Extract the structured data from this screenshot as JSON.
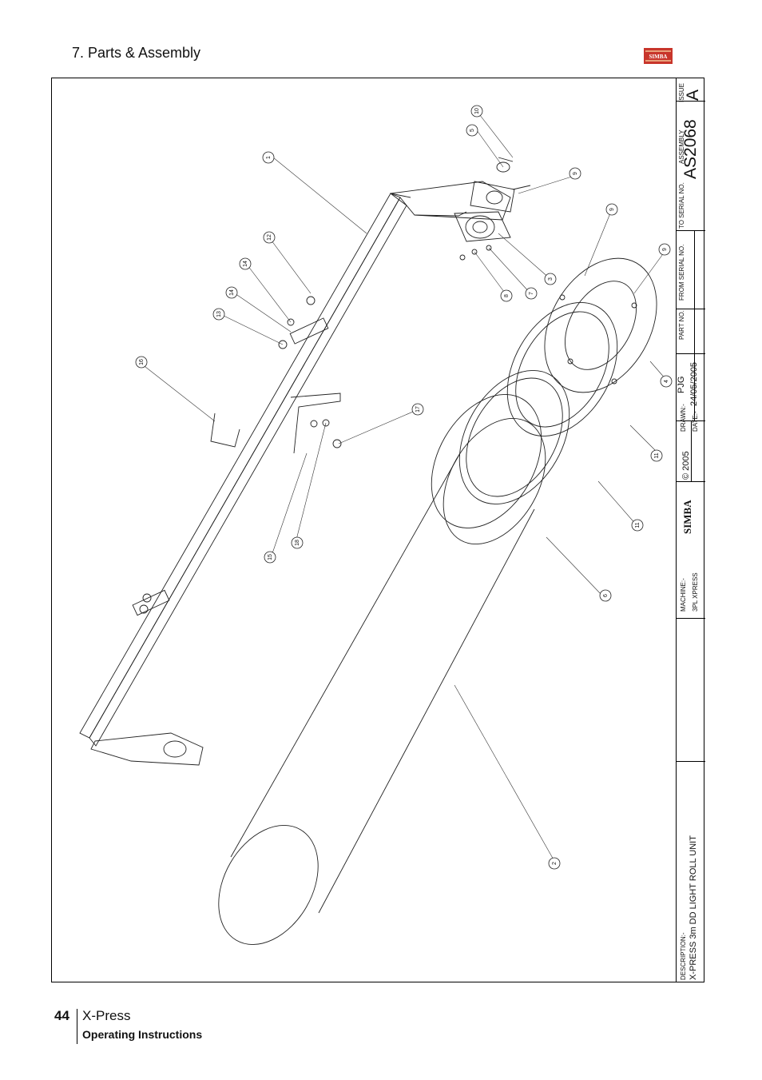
{
  "header": {
    "section_title": "7. Parts & Assembly",
    "logo_text": "SIMBA"
  },
  "footer": {
    "page_number": "44",
    "product": "X-Press",
    "subtitle": "Operating Instructions"
  },
  "title_block": {
    "issue_label": "ISSUE",
    "issue_value": "A",
    "assembly_label": "ASSEMBLY",
    "assembly_value": "AS2068",
    "to_serial_label": "TO SERIAL NO.",
    "from_serial_label": "FROM SERIAL NO.",
    "part_no_label": "PART NO.",
    "drawn_label": "DRAWN:-",
    "drawn_value": "PJG",
    "date_label": "DATE:-",
    "date_value": "24/05/2005",
    "brand": "SIMBA",
    "copyright": "© 2005",
    "machine_label": "MACHINE:-",
    "machine_value": "3PL XPRESS",
    "description_label": "DESCRIPTION:-",
    "description_value": "X-PRESS 3m DD LIGHT ROLL UNIT"
  },
  "callouts": [
    "1",
    "2",
    "3",
    "4",
    "5",
    "6",
    "7",
    "8",
    "9",
    "9",
    "9",
    "10",
    "11",
    "11",
    "12",
    "13",
    "14",
    "14",
    "15",
    "16",
    "17",
    "18"
  ]
}
